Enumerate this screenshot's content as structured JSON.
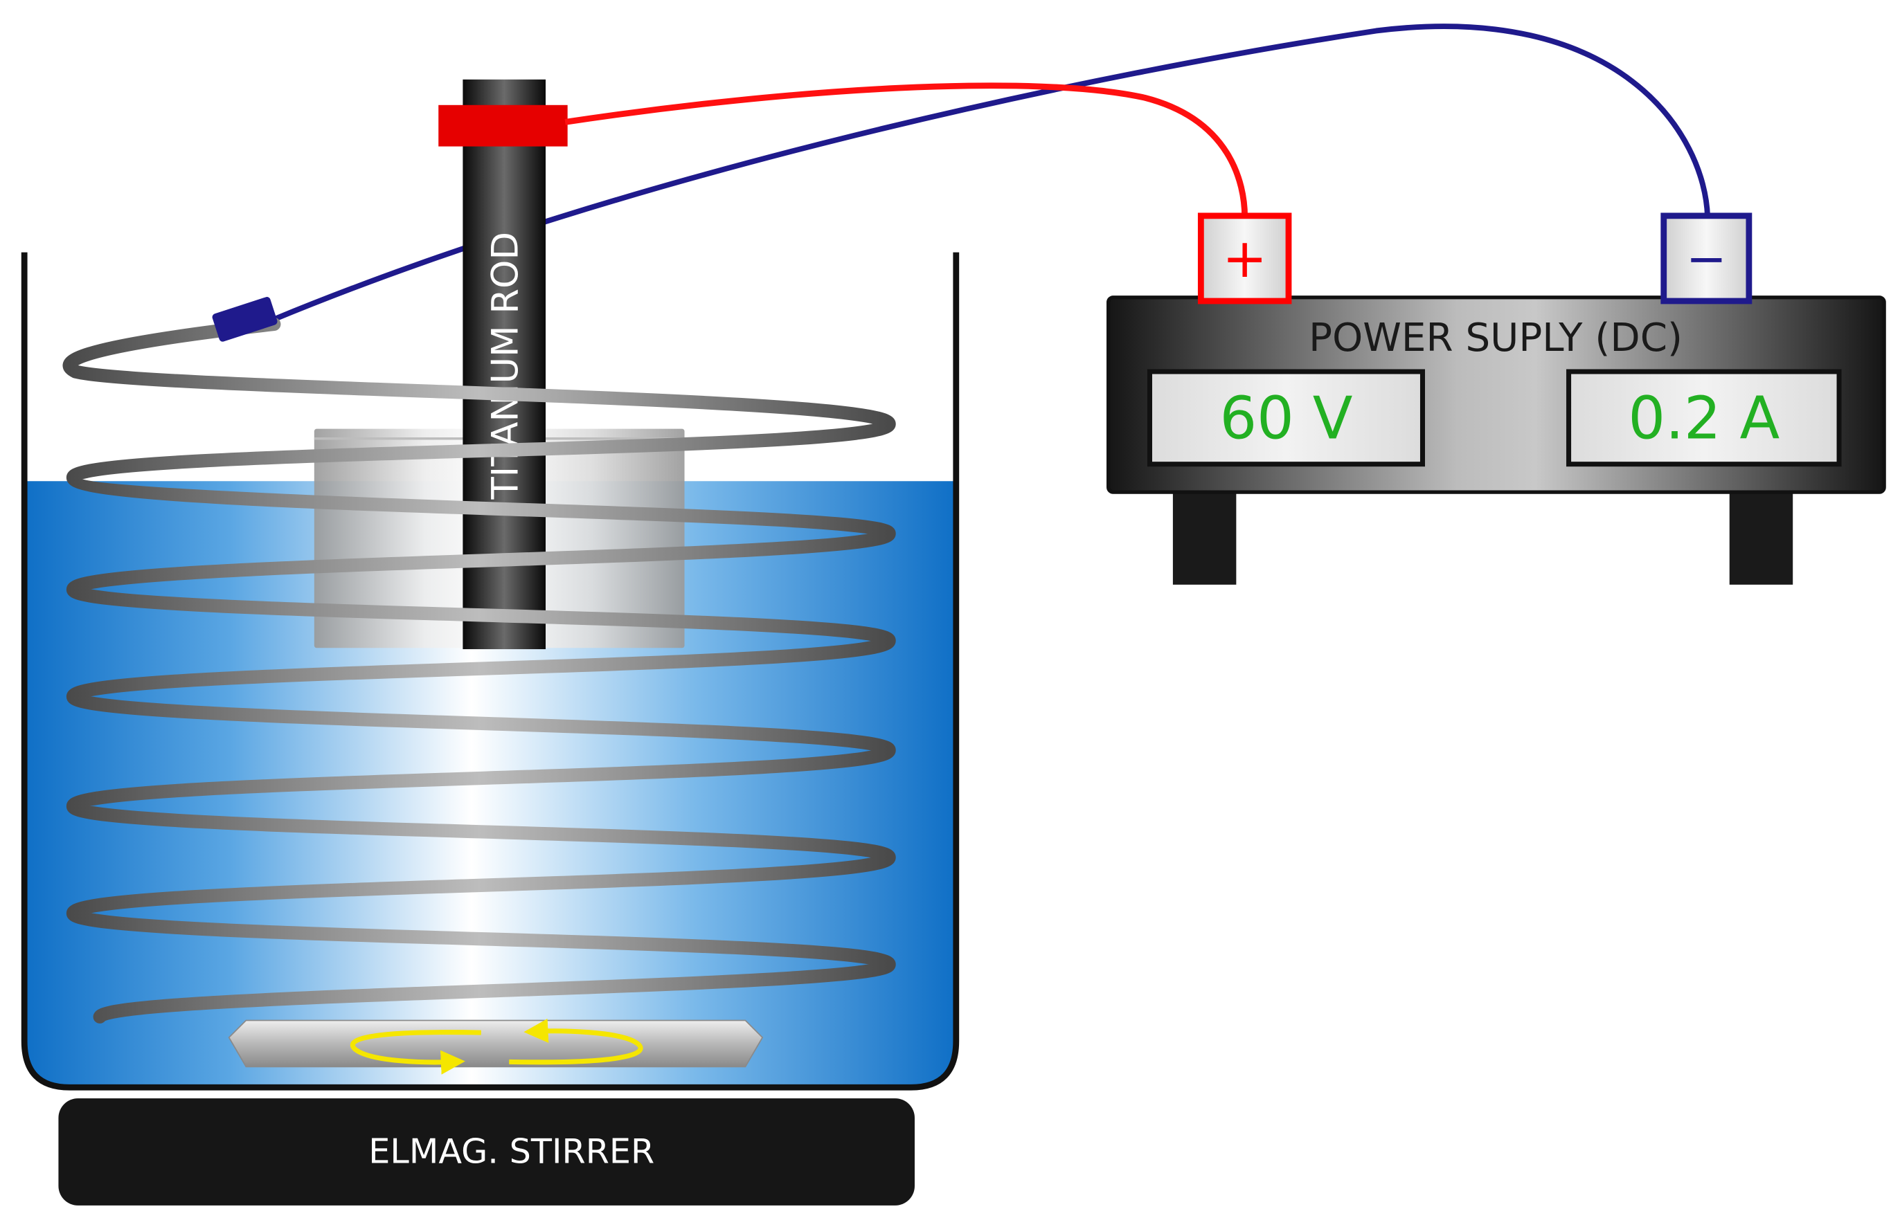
{
  "diagram": {
    "rod_label": "TITANIUM ROD",
    "stirrer_label": "ELMAG. STIRRER",
    "power_supply": {
      "title": "POWER SUPLY (DC)",
      "voltage_display": "60 V",
      "current_display": "0.2 A",
      "positive_terminal_symbol": "+",
      "negative_terminal_symbol": "−"
    },
    "colors": {
      "positive_wire": "#ff0000",
      "negative_wire": "#1f1a8c",
      "electrolyte": "#1e7fd0",
      "display_text": "#22b022",
      "device_body": "#3a3a3a",
      "stirrer_base": "#161616",
      "stir_arrows": "#f5e600"
    },
    "icons": {
      "stir_direction": "rotation-arrows-icon",
      "coil_cathode": "spiral-coil-icon"
    }
  }
}
